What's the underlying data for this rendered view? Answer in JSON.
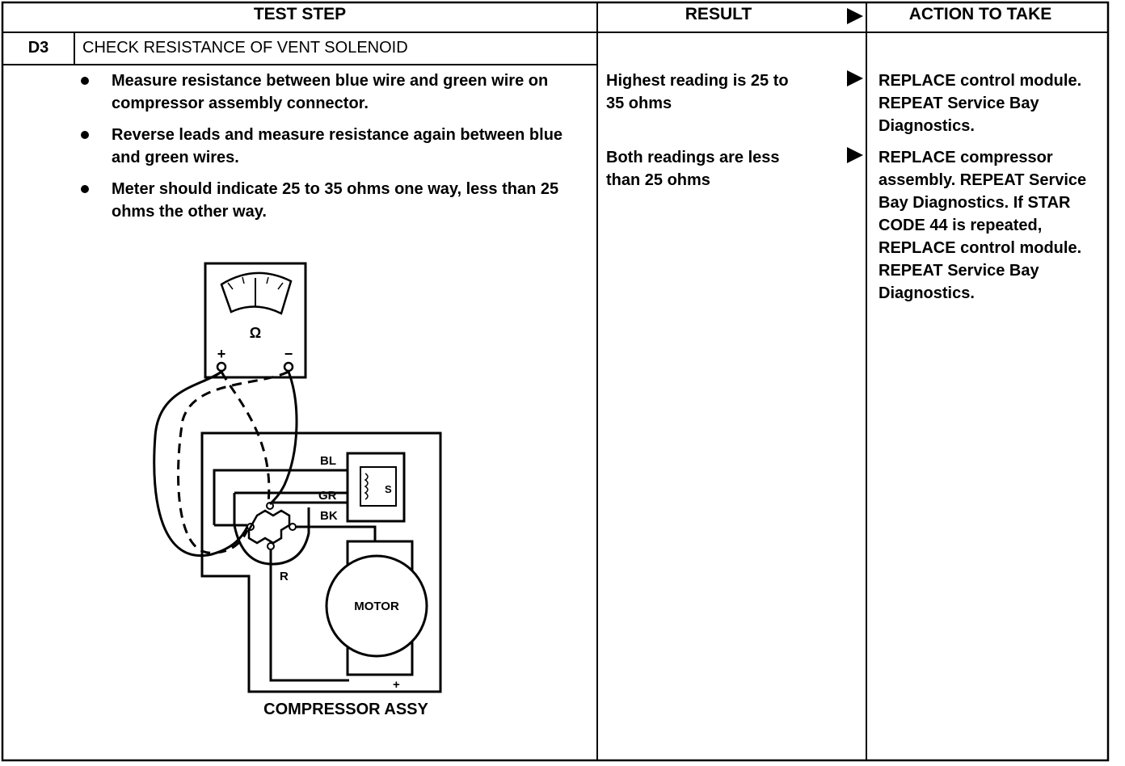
{
  "header": {
    "test_step": "TEST STEP",
    "result": "RESULT",
    "action": "ACTION TO TAKE"
  },
  "step": {
    "id": "D3",
    "title": "CHECK RESISTANCE OF VENT SOLENOID",
    "bullets": [
      "Measure resistance between blue wire and green wire on compressor assembly connector.",
      "Reverse leads and measure resistance again between blue and green wires.",
      "Meter should indicate 25 to 35 ohms one way, less than 25 ohms the other way."
    ]
  },
  "rows": [
    {
      "result": "Highest reading is 25 to 35 ohms",
      "action": "REPLACE control module. REPEAT Service Bay Diagnostics."
    },
    {
      "result": "Both readings are less than 25 ohms",
      "action": "REPLACE compressor assembly. REPEAT Service Bay Diagnostics. If STAR CODE 44 is repeated, REPLACE control module. REPEAT Service Bay Diagnostics."
    }
  ],
  "diagram": {
    "meter_symbol": "Ω",
    "plus": "+",
    "minus": "−",
    "wire_bl": "BL",
    "wire_gr": "GR",
    "wire_bk": "BK",
    "wire_r": "R",
    "solenoid": "S",
    "motor": "MOTOR",
    "motor_plus": "+",
    "caption": "COMPRESSOR ASSY"
  },
  "icons": [
    "arrow-right-icon"
  ]
}
